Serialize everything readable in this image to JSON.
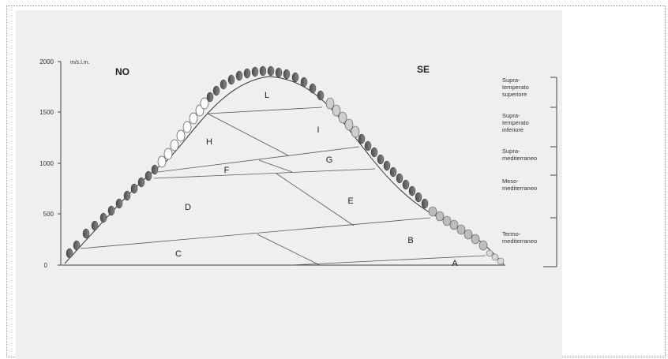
{
  "diagram": {
    "unit_label": "m/s.l.m.",
    "y_ticks": [
      "2000",
      "1500",
      "1000",
      "500",
      "0"
    ],
    "direction_left": "NO",
    "direction_right": "SE",
    "zones": [
      "L",
      "I",
      "H",
      "G",
      "F",
      "E",
      "D",
      "B",
      "C",
      "A"
    ],
    "belts": [
      {
        "lines": [
          "Supra-",
          "temperato",
          "superiore"
        ]
      },
      {
        "lines": [
          "Supra-",
          "temperato",
          "inferiore"
        ]
      },
      {
        "lines": [
          "Supra-",
          "mediterraneo"
        ]
      },
      {
        "lines": [
          "Meso-",
          "mediterraneo"
        ]
      },
      {
        "lines": [
          "Termo-",
          "mediterraneo"
        ]
      }
    ]
  }
}
